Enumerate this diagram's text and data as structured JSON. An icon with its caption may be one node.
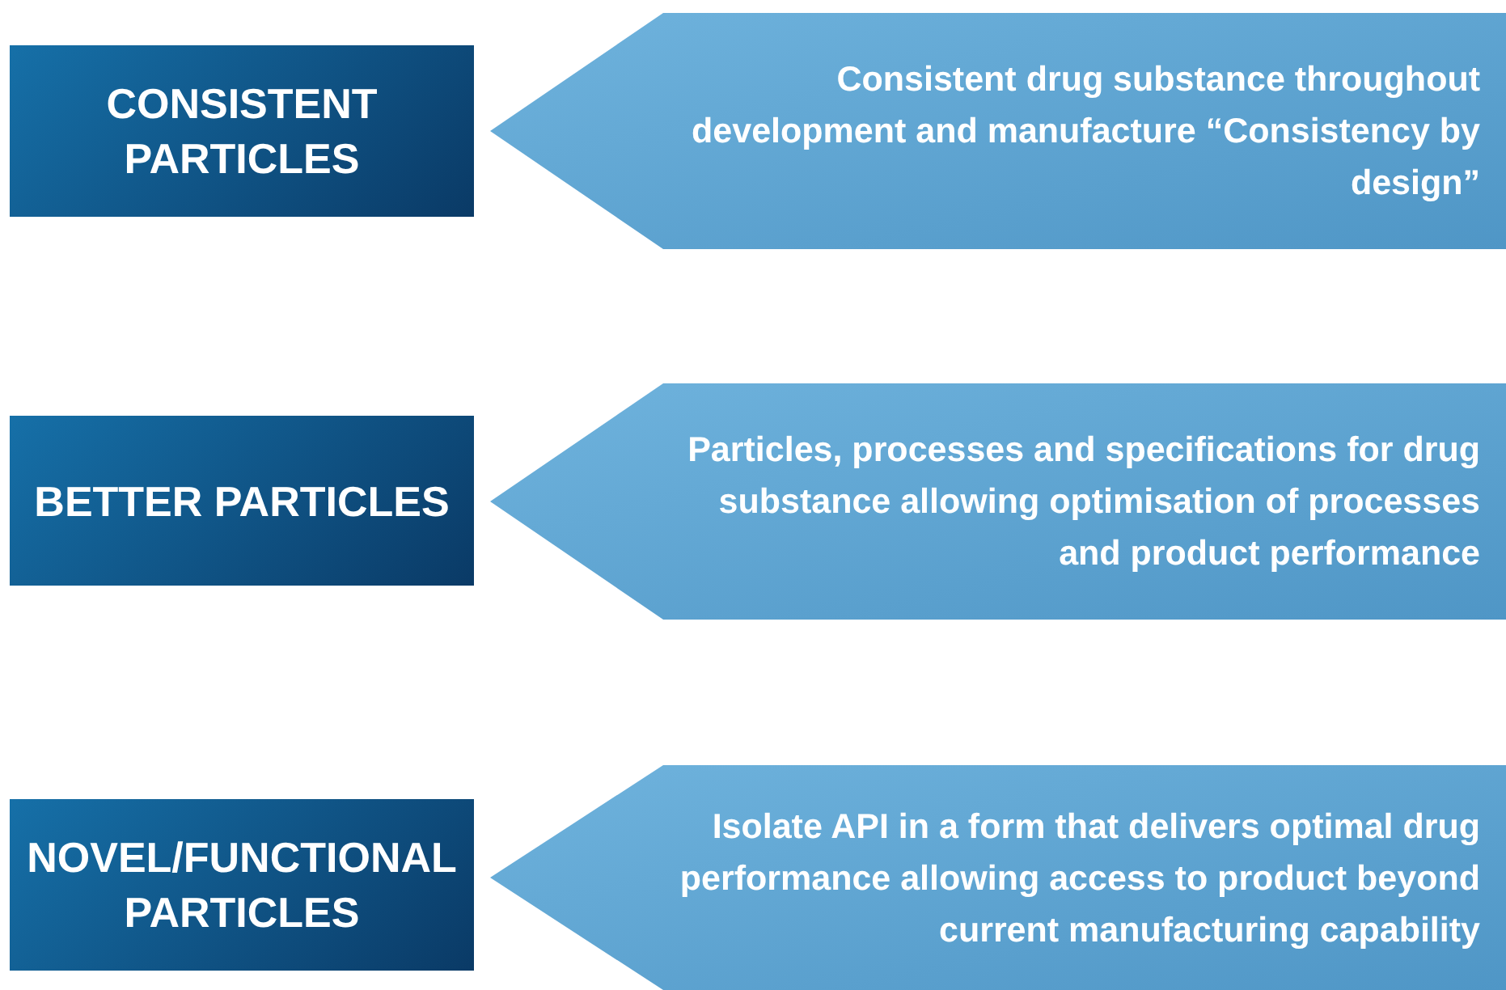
{
  "diagram": {
    "nodes": [
      {
        "text": [
          "CONSISTENT PARTICLES"
        ]
      },
      {
        "text": [
          "Consistent drug substance throughout development and manufacture “Consistency by design”"
        ]
      },
      {
        "text": [
          "BETTER PARTICLES"
        ]
      },
      {
        "text": [
          "Particles, processes and specifications for drug substance allowing optimisation of processes and product performance"
        ]
      },
      {
        "text": [
          "NOVEL/FUNCTIONAL PARTICLES"
        ]
      },
      {
        "text": [
          "Isolate API in a form that delivers optimal drug performance allowing access to product beyond current manufacturing capability"
        ]
      }
    ]
  }
}
